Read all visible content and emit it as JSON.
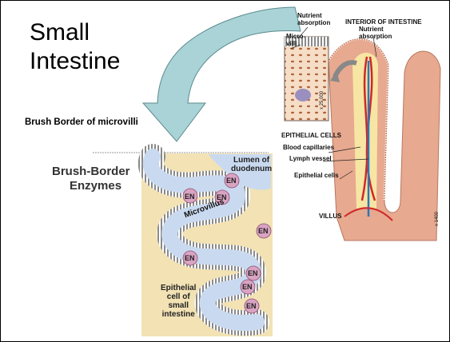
{
  "slide": {
    "title_line1": "Small",
    "title_line2": "Intestine",
    "brush_border_label": "Brush Border of microvilli"
  },
  "enzyme_figure": {
    "heading_line1": "Brush-Border",
    "heading_line2": "Enzymes",
    "lumen_line1": "Lumen of",
    "lumen_line2": "duodenum",
    "microvillus": "Microvillus",
    "enzyme_tag": "EN",
    "cell_line1": "Epithelial",
    "cell_line2": "cell of",
    "cell_line3": "small",
    "cell_line4": "intestine"
  },
  "intestine_figure": {
    "nutrient_top_line1": "Nutrient",
    "nutrient_top_line2": "absorption",
    "microvilli_line1": "Micro-",
    "microvilli_line2": "villi",
    "interior_title": "INTERIOR OF INTESTINE",
    "nutrient_right_line1": "Nutrient",
    "nutrient_right_line2": "absorption",
    "epithelial_cells": "EPITHELIAL CELLS",
    "blood_capillaries": "Blood capillaries",
    "lymph_vessel": "Lymph vessel",
    "epithelial_cells_small": "Epithelial cells",
    "villus": "VILLUS",
    "magnification_1": "x 25,000",
    "magnification_2": "x 1400"
  },
  "colors": {
    "arrow_fill": "#a9d3d6",
    "arrow_stroke": "#5a8a8e",
    "lumen_fill": "#c9daf0",
    "cell_fill": "#f2e2b4",
    "villus_fill": "#e7a98f",
    "capillary_red": "#d0282a",
    "lymph_blue": "#2a78b8"
  }
}
